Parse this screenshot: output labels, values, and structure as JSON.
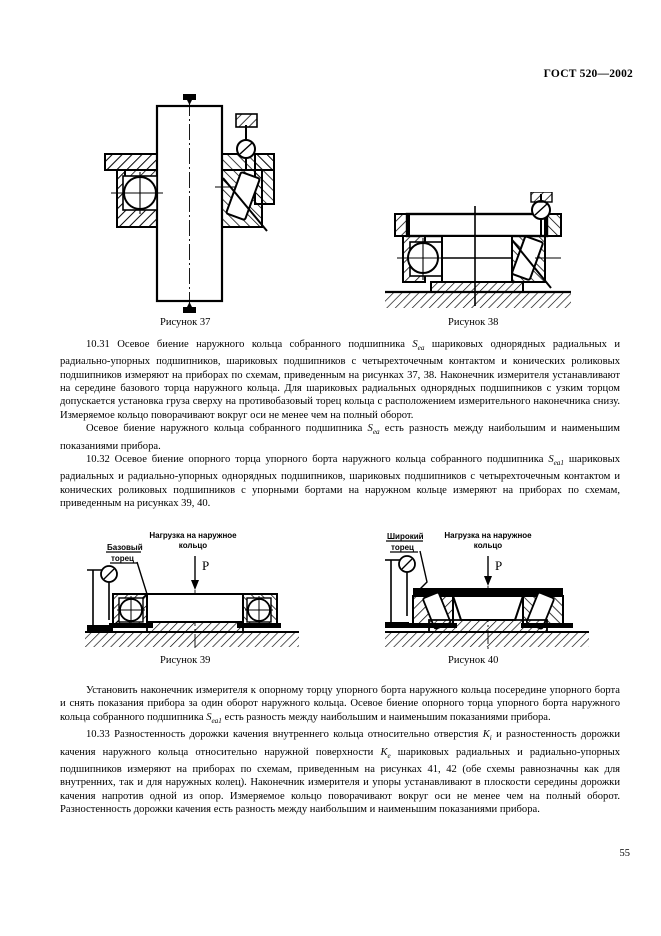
{
  "document": {
    "header": "ГОСТ 520—2002",
    "page_number": "55",
    "language": "ru"
  },
  "figures": [
    {
      "id": "figure-37",
      "caption": "Рисунок 37",
      "description": "Схема измерения осевого биения наружного кольца собранного подшипника в вертикальном положении",
      "labels": []
    },
    {
      "id": "figure-38",
      "caption": "Рисунок 38",
      "description": "Схема измерения осевого биения наружного кольца собранного подшипника в горизонтальном положении",
      "labels": []
    },
    {
      "id": "figure-39",
      "caption": "Рисунок 39",
      "description": "Схема измерения осевого биения опорного торца упорного борта наружного кольца шарикового подшипника",
      "labels": [
        {
          "name": "load-label",
          "text": "Нагрузка на наружное\nкольцо"
        },
        {
          "name": "load-symbol",
          "text": "P"
        },
        {
          "name": "datum-face-label",
          "text": "Базовый\nторец"
        }
      ]
    },
    {
      "id": "figure-40",
      "caption": "Рисунок 40",
      "description": "Схема измерения осевого биения опорного торца упорного борта наружного кольца конического роликового подшипника",
      "labels": [
        {
          "name": "load-label",
          "text": "Нагрузка на наружное\nкольцо"
        },
        {
          "name": "load-symbol",
          "text": "P"
        },
        {
          "name": "wide-face-label",
          "text": "Широкий\nторец"
        }
      ]
    }
  ],
  "figure_labels": {
    "fig39_load_line1": "Нагрузка на наружное",
    "fig39_load_line2": "кольцо",
    "fig39_force": "P",
    "fig39_datum_line1": "Базовый",
    "fig39_datum_line2": "торец",
    "fig40_load_line1": "Нагрузка на наружное",
    "fig40_load_line2": "кольцо",
    "fig40_force": "P",
    "fig40_face_line1": "Широкий",
    "fig40_face_line2": "торец"
  },
  "clauses": {
    "c10_31_p1_a": "10.31  Осевое биение наружного кольца собранного подшипника ",
    "c10_31_sym": "S",
    "c10_31_sub": "ea",
    "c10_31_p1_b": " шариковых однорядных радиальных и радиально-упорных подшипников, шариковых подшипников с четырехточечным контактом и конических роликовых подшипников измеряют на приборах по схемам, приведенным на рисунках 37, 38. Наконечник измерителя устанавливают на середине базового торца наружного кольца. Для шариковых радиальных однорядных подшипников с узким торцом допускается установка груза сверху на противобазовый торец кольца с расположением измерительного наконечника снизу. Измеряемое кольцо поворачивают вокруг оси не менее чем на полный оборот.",
    "c10_31_p2_a": "Осевое биение наружного кольца собранного подшипника ",
    "c10_31_p2_sym": "S",
    "c10_31_p2_sub": "ea",
    "c10_31_p2_b": " есть разность между наибольшим и наименьшим показаниями прибора.",
    "c10_32_a": "10.32  Осевое биение опорного торца упорного борта наружного кольца собранного подшипника ",
    "c10_32_sym": "S",
    "c10_32_sub": "ea1",
    "c10_32_b": " шариковых радиальных и радиально-упорных однорядных подшипников, шариковых подшипников с четырехточечным контактом и конических роликовых подшипников с упорными бортами на наружном кольце измеряют на приборах по схемам, приведенным на рисунках 39, 40.",
    "c10_32_p2_a": "Установить наконечник измерителя к опорному торцу упорного борта наружного кольца посередине упорного борта и снять показания прибора за один оборот наружного кольца. Осевое биение опорного торца упорного борта наружного кольца собранного подшипника ",
    "c10_32_p2_sym": "S",
    "c10_32_p2_sub": "ea1",
    "c10_32_p2_b": " есть разность между наибольшим и наименьшим показаниями прибора.",
    "c10_33_a": "10.33 Разностенность дорожки качения внутреннего кольца относительно отверстия ",
    "c10_33_sym1": "K",
    "c10_33_sub1": "i",
    "c10_33_b": " и разностенность дорожки качения наружного кольца относительно наружной поверхности ",
    "c10_33_sym2": "K",
    "c10_33_sub2": "e",
    "c10_33_c": " шариковых радиальных и радиально-упорных подшипников измеряют на приборах по схемам, приведенным на рисунках 41, 42 (обе схемы равнозначны как для внутренних, так и для наружных колец). Наконечник измерителя и упоры устанавливают в плоскости середины дорожки качения напротив одной из опор. Измеряемое кольцо поворачивают вокруг оси не менее чем на полный оборот. Разностенность дорожки качения есть разность между наибольшим и наименьшим показаниями прибора."
  },
  "colors": {
    "ink": "#000000",
    "paper": "#ffffff"
  }
}
